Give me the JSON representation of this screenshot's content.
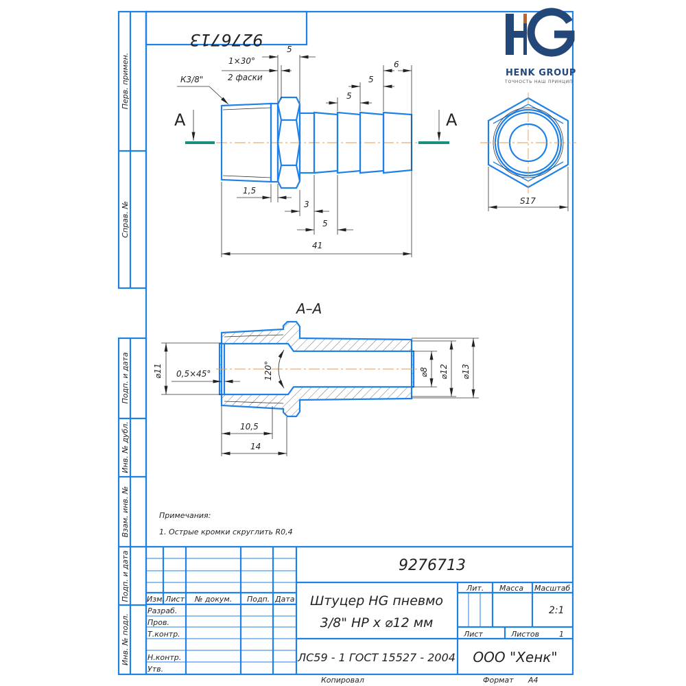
{
  "top_code_rotated": "9276713",
  "logo": {
    "mark": "HG",
    "name": "HENK GROUP",
    "tagline": "ТОЧНОСТЬ НАШ ПРИНЦИП",
    "colors": {
      "navy": "#24477a",
      "accent": "#c0622a"
    }
  },
  "side_stamp": [
    "Перв. примен.",
    "Справ. №",
    "Подп. и дата",
    "Инв. № дубл.",
    "Взам. инв. №",
    "Подп. и дата",
    "Инв. № подл."
  ],
  "main_view": {
    "section_letter": "A",
    "thread_label": "К3/8\"",
    "chamfer_label": "1×30°",
    "chamfer_count": "2 фаски",
    "dims": {
      "hex_width": "5",
      "barb1": "5",
      "barb2": "5",
      "barb_end": "6",
      "collar": "1,5",
      "shank": "3",
      "barb_pitch": "5",
      "overall": "41"
    }
  },
  "end_view": {
    "hex_size": "S17"
  },
  "section_view": {
    "title": "А–А",
    "dims": {
      "bore_in": "⌀11",
      "chamfer": "0,5×45°",
      "angle": "120°",
      "bore_out": "⌀8",
      "barb_min": "⌀12",
      "barb_max": "⌀13",
      "thread_len": "10,5",
      "depth": "14"
    }
  },
  "notes": {
    "heading": "Примечания:",
    "items": [
      "1. Острые кромки скруглить R0,4"
    ]
  },
  "title_block": {
    "designation": "9276713",
    "name_line1": "Штуцер HG пневмо",
    "name_line2": "3/8\" НР х ⌀12 мм",
    "material": "ЛС59 - 1 ГОСТ 15527 - 2004",
    "company": "ООО \"Хенк\"",
    "col_headers": [
      "Изм.",
      "Лист",
      "№ докум.",
      "Подп.",
      "Дата"
    ],
    "roles": [
      "Разраб.",
      "Пров.",
      "Т.контр.",
      "",
      "Н.контр.",
      "Утв."
    ],
    "lit_label": "Лит.",
    "mass_label": "Масса",
    "scale_label": "Масштаб",
    "scale": "2:1",
    "sheet_label": "Лист",
    "sheets_label": "Листов",
    "sheets": "1",
    "copied": "Копировал",
    "format_label": "Формат",
    "format": "А4"
  }
}
